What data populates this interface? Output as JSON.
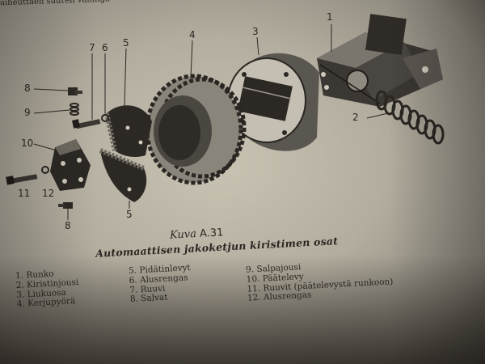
{
  "top_line": "aiheuttaen suuren vahingo",
  "callouts": [
    "1",
    "2",
    "3",
    "4",
    "5",
    "6",
    "7",
    "8",
    "9",
    "10",
    "11",
    "12",
    "5",
    "8"
  ],
  "caption": {
    "label": "Kuva",
    "number": "A.31",
    "title": "Automaattisen jakoketjun kiristimen osat"
  },
  "legend": [
    [
      "1. Runko",
      "2. Kiristinjousi",
      "3. Liukuosa",
      "4. Kerjupyörä"
    ],
    [
      "5. Pidätinlevyt",
      "6. Alusrengas",
      "7. Ruuvi",
      "8. Salvat"
    ],
    [
      "9. Salpajousi",
      "10. Päätelevy",
      "11. Ruuvit (päätelevystä runkoon)",
      "12. Alusrengas"
    ]
  ]
}
